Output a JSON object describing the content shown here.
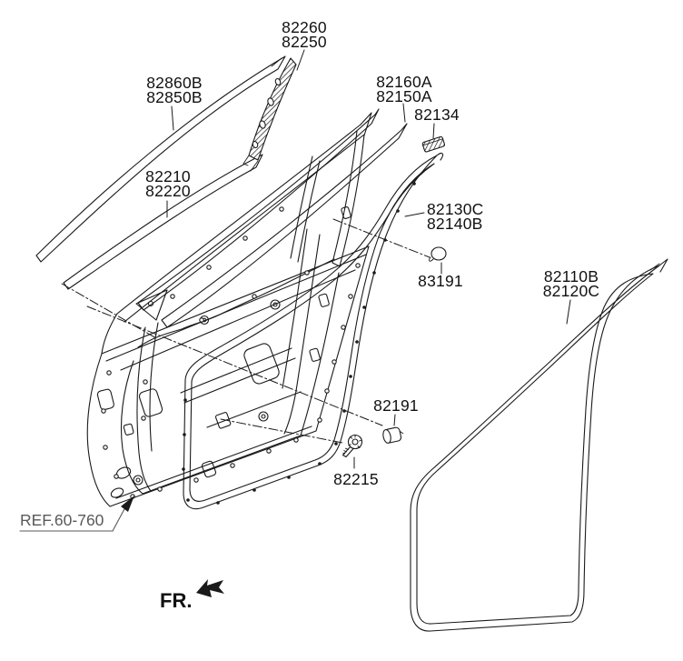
{
  "diagram": {
    "description": "Front door moulding and weatherstrip exploded parts diagram",
    "labels": {
      "pillar_garnish": {
        "line1": "82260",
        "line2": "82250"
      },
      "front_moulding_outer": {
        "line1": "82860B",
        "line2": "82850B"
      },
      "front_moulding_inner": {
        "line1": "82210",
        "line2": "82220"
      },
      "belt_moulding": {
        "line1": "82160A",
        "line2": "82150A"
      },
      "clip": {
        "line1": "82134"
      },
      "door_side_weatherstrip": {
        "line1": "82130C",
        "line2": "82140B"
      },
      "grommet": {
        "line1": "83191"
      },
      "body_side_weatherstrip": {
        "line1": "82110B",
        "line2": "82120C"
      },
      "plug": {
        "line1": "82191"
      },
      "screw": {
        "line1": "82215"
      }
    },
    "reference_note": "REF.60-760",
    "direction_label": "FR.",
    "colors": {
      "line": "#1a1a1a",
      "reference_gray": "#595959",
      "arrow_black": "#000000",
      "background": "#ffffff"
    }
  }
}
